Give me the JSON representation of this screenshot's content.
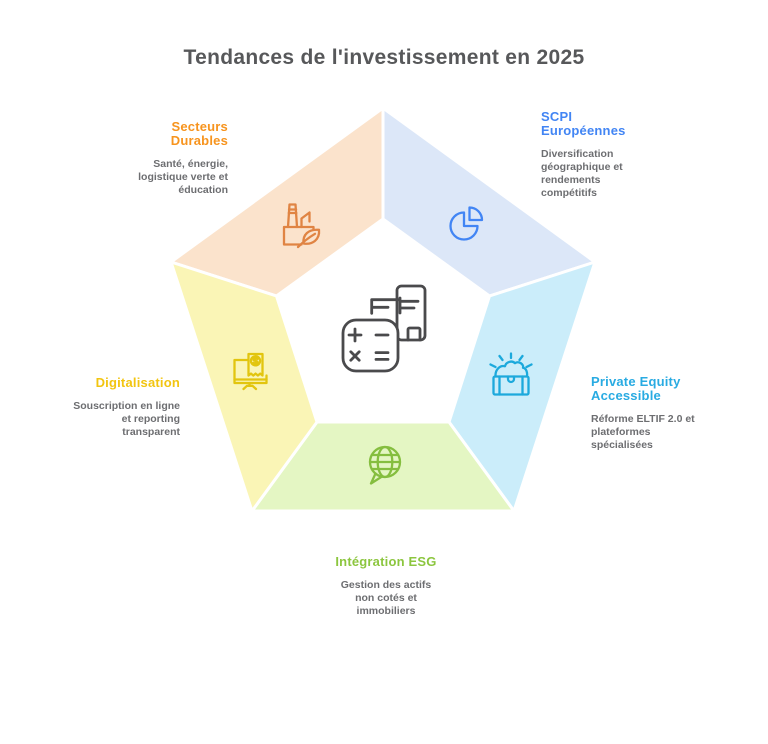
{
  "title": "Tendances de l'investissement en 2025",
  "colors": {
    "background": "#FFFFFF",
    "title": "#57585A",
    "description": "#6D6E71",
    "divider": "#FFFFFF",
    "center_icon": "#4A4A4C"
  },
  "center": {
    "icon": "calculator-document-icon"
  },
  "segments": {
    "top_left": {
      "title": "Secteurs\nDurables",
      "description": "Santé, énergie,\nlogistique verte et\néducation",
      "icon": "eco-factory-icon",
      "fill": "#FBE3CC",
      "icon_color": "#E08443",
      "label_color": "#F7941E"
    },
    "top_right": {
      "title": "SCPI\nEuropéennes",
      "description": "Diversification\ngéographique et\nrendements\ncompétitifs",
      "icon": "pie-chart-icon",
      "fill": "#DCE7F8",
      "icon_color": "#4285F4",
      "label_color": "#4285F4"
    },
    "right": {
      "title": "Private Equity\nAccessible",
      "description": "Réforme ELTIF 2.0 et\nplateformes\nspécialisées",
      "icon": "treasure-chest-icon",
      "fill": "#CBEDFA",
      "icon_color": "#1CA9DC",
      "label_color": "#29ABE2"
    },
    "bottom": {
      "title": "Intégration ESG",
      "description": "Gestion des actifs\nnon cotés et\nimmobiliers",
      "icon": "globe-speech-icon",
      "fill": "#E4F6C3",
      "icon_color": "#85BE3F",
      "label_color": "#8CC63F"
    },
    "left": {
      "title": "Digitalisation",
      "description": "Souscription en ligne\net reporting\ntransparent",
      "icon": "monitor-invoice-icon",
      "fill": "#FAF5B6",
      "icon_color": "#E2C50F",
      "label_color": "#F2C511"
    }
  }
}
